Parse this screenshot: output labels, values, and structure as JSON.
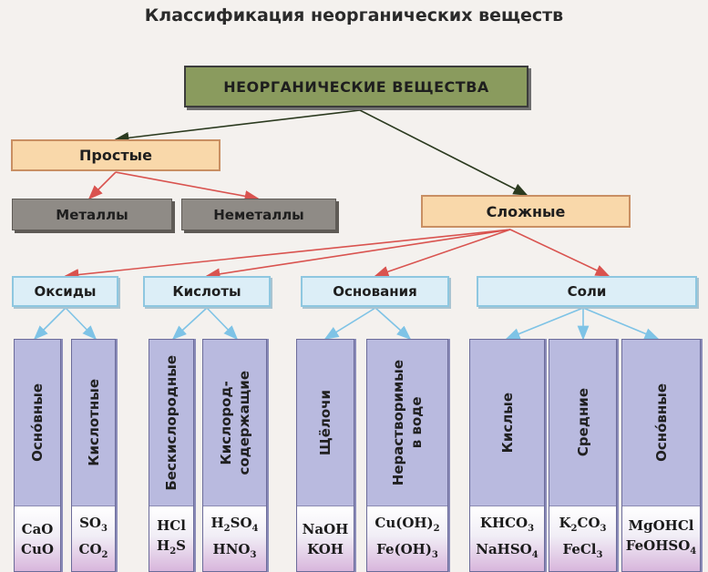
{
  "title": "Классификация неорганических веществ",
  "root": "НЕОРГАНИЧЕСКИЕ ВЕЩЕСТВА",
  "simple": {
    "label": "Простые",
    "children": [
      "Металлы",
      "Неметаллы"
    ]
  },
  "complex": {
    "label": "Сложные",
    "classes": [
      {
        "label": "Оксиды",
        "types": [
          {
            "label": "Оснóвные",
            "formulas": [
              [
                "CaO",
                ""
              ],
              [
                "CuO",
                ""
              ]
            ]
          },
          {
            "label": "Кислотные",
            "formulas": [
              [
                "SO",
                "3"
              ],
              [
                "CO",
                "2"
              ]
            ]
          }
        ]
      },
      {
        "label": "Кислоты",
        "types": [
          {
            "label": "Бескислородные",
            "formulas": [
              [
                "HCl",
                ""
              ],
              [
                "H",
                "2",
                "S"
              ]
            ]
          },
          {
            "label": "Кислород-|содержащие",
            "formulas": [
              [
                "H",
                "2",
                "SO",
                "4"
              ],
              [
                "HNO",
                "3"
              ]
            ]
          }
        ]
      },
      {
        "label": "Основания",
        "types": [
          {
            "label": "Щёлочи",
            "formulas": [
              [
                "NaOH",
                ""
              ],
              [
                "KOH",
                ""
              ]
            ]
          },
          {
            "label": "Нерастворимые|в воде",
            "formulas": [
              [
                "Cu(OH)",
                "2"
              ],
              [
                "Fe(OH)",
                "3"
              ]
            ]
          }
        ]
      },
      {
        "label": "Соли",
        "types": [
          {
            "label": "Кислые",
            "formulas": [
              [
                "KHCO",
                "3"
              ],
              [
                "NaHSO",
                "4"
              ]
            ]
          },
          {
            "label": "Средние",
            "formulas": [
              [
                "K",
                "2",
                "CO",
                "3"
              ],
              [
                "FeCl",
                "3"
              ]
            ]
          },
          {
            "label": "Оснóвные",
            "formulas": [
              [
                "MgOHCl",
                ""
              ],
              [
                "FeOHSO",
                "4"
              ]
            ]
          }
        ]
      }
    ]
  },
  "colors": {
    "arrow_dark": "#2b3a1f",
    "arrow_red": "#d9534f",
    "arrow_blue": "#7ec3e6"
  }
}
